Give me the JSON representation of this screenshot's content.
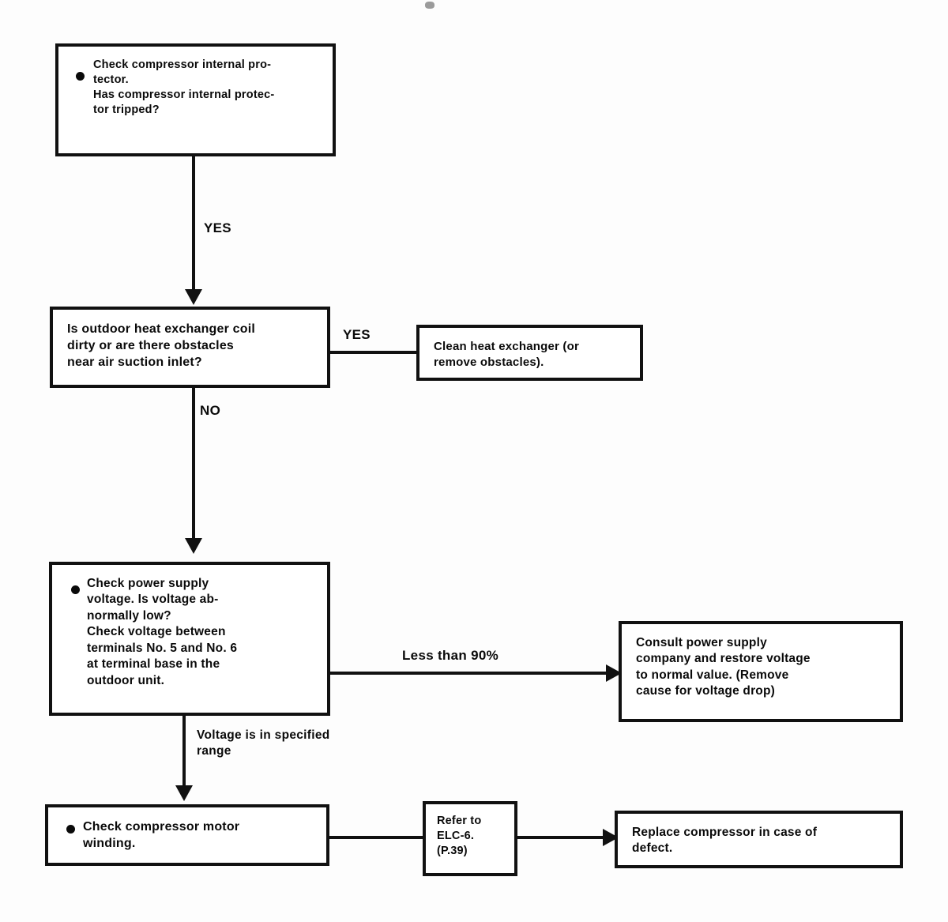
{
  "document": {
    "title": "Compressor Troubleshooting Flowchart",
    "type": "flowchart",
    "background_color": "#fdfdfd",
    "ink_color": "#0a0a0a"
  },
  "nodes": [
    {
      "id": "check-internal-protector",
      "text": "Check compressor internal pro-\ntector.\nHas compressor internal protec-\ntor tripped?",
      "bulleted": true
    },
    {
      "id": "outdoor-coil-dirty",
      "text": "Is outdoor heat exchanger coil\ndirty or are there obstacles\nnear air suction inlet?",
      "bulleted": false
    },
    {
      "id": "clean-heat-exchanger",
      "text": "Clean heat exchanger (or\nremove obstacles).",
      "bulleted": false
    },
    {
      "id": "check-power-supply-voltage",
      "text": "Check power supply\nvoltage. Is voltage ab-\nnormally low?\nCheck voltage between\nterminals No. 5 and No. 6\nat terminal base in the\noutdoor unit.",
      "bulleted": true
    },
    {
      "id": "consult-power-company",
      "text": "Consult power supply\ncompany and restore voltage\nto normal value. (Remove\ncause for voltage drop)",
      "bulleted": false
    },
    {
      "id": "check-motor-winding",
      "text": "Check compressor motor\nwinding.",
      "bulleted": true
    },
    {
      "id": "refer-to-elc",
      "text": "Refer to\nELC-6.\n(P.39)",
      "bulleted": false
    },
    {
      "id": "replace-compressor",
      "text": "Replace compressor in case of\ndefect.",
      "bulleted": false
    }
  ],
  "edge_labels": {
    "protector_yes": "YES",
    "coil_yes": "YES",
    "coil_no": "NO",
    "voltage_low": "Less than 90%",
    "voltage_ok": "Voltage is in specified\nrange"
  }
}
